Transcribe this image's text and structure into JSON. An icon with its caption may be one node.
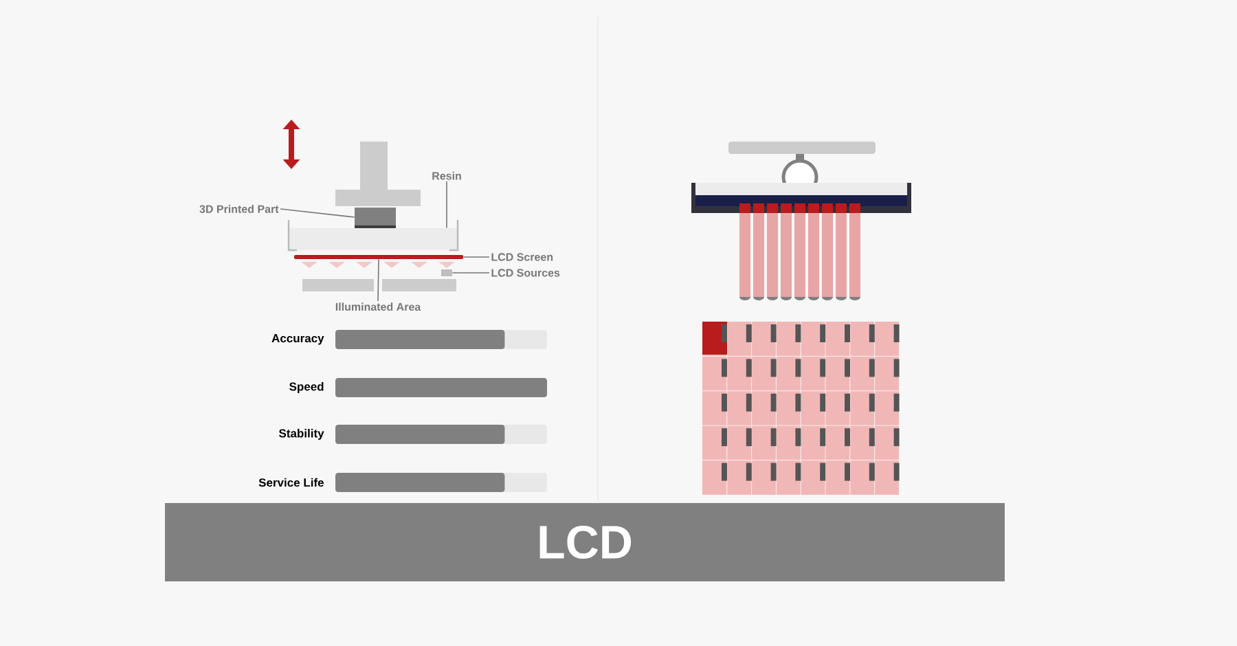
{
  "diagram": {
    "nodes": [
      {
        "text": [
          "3D Printed Part"
        ]
      },
      {
        "text": [
          "Resin"
        ]
      },
      {
        "text": [
          "LCD Screen"
        ]
      },
      {
        "text": [
          "LCD Sources"
        ]
      },
      {
        "text": [
          "Illuminated Area"
        ]
      },
      {
        "text": [],
        "shape": "box"
      },
      {
        "text": [],
        "shape": "box"
      },
      {
        "text": [],
        "shape": "bar"
      },
      {
        "text": [],
        "shape": "box"
      },
      {
        "text": [
          "LCD"
        ]
      }
    ],
    "edges": [
      {
        "from": 0,
        "to": 5,
        "arrow": "none"
      },
      {
        "from": 1,
        "to": 6,
        "arrow": "none"
      },
      {
        "from": 2,
        "to": 7,
        "arrow": "none"
      },
      {
        "from": 3,
        "to": 8,
        "arrow": "none"
      },
      {
        "from": 4,
        "to": 7,
        "arrow": "none"
      }
    ],
    "labels": [
      "Accuracy",
      "Speed",
      "Stability",
      "Service Life"
    ]
  }
}
